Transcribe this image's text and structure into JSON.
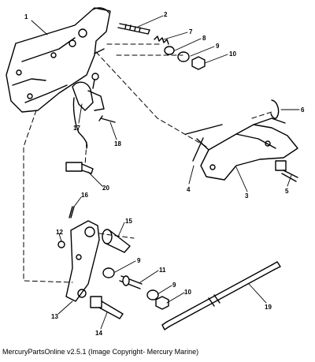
{
  "diagram": {
    "callouts": [
      {
        "id": "1",
        "label": "1"
      },
      {
        "id": "2",
        "label": "2"
      },
      {
        "id": "7",
        "label": "7"
      },
      {
        "id": "8",
        "label": "8"
      },
      {
        "id": "9a",
        "label": "9"
      },
      {
        "id": "10a",
        "label": "10"
      },
      {
        "id": "6",
        "label": "6"
      },
      {
        "id": "17",
        "label": "17"
      },
      {
        "id": "18",
        "label": "18"
      },
      {
        "id": "4",
        "label": "4"
      },
      {
        "id": "3",
        "label": "3"
      },
      {
        "id": "5",
        "label": "5"
      },
      {
        "id": "20",
        "label": "20"
      },
      {
        "id": "16",
        "label": "16"
      },
      {
        "id": "15",
        "label": "15"
      },
      {
        "id": "12",
        "label": "12"
      },
      {
        "id": "9b",
        "label": "9"
      },
      {
        "id": "11",
        "label": "11"
      },
      {
        "id": "9c",
        "label": "9"
      },
      {
        "id": "10b",
        "label": "10"
      },
      {
        "id": "19",
        "label": "19"
      },
      {
        "id": "13",
        "label": "13"
      },
      {
        "id": "14",
        "label": "14"
      }
    ]
  },
  "caption": "MercuryPartsOnline v2.5.1 (Image Copyright- Mercury Marine)"
}
